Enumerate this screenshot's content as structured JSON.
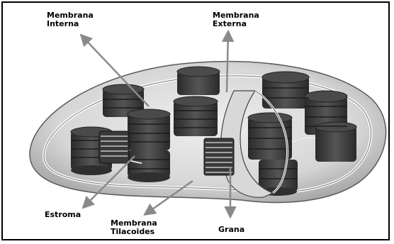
{
  "labels": {
    "membrana_interna": [
      "Membrana",
      "Interna"
    ],
    "membrana_externa": [
      "Membrana",
      "Externa"
    ],
    "estroma": "Estroma",
    "membrana_tilacoides": [
      "Membrana",
      "Tilacoides"
    ],
    "grana": "Grana"
  },
  "colors": {
    "outline": "#000000",
    "arrow": "#8a8a8a",
    "membrane": "#bdbdbd",
    "stroma_fill": "#e2e2e2",
    "thylakoid_dark": "#3c3c3c",
    "thylakoid_light": "#6b6b6b"
  }
}
